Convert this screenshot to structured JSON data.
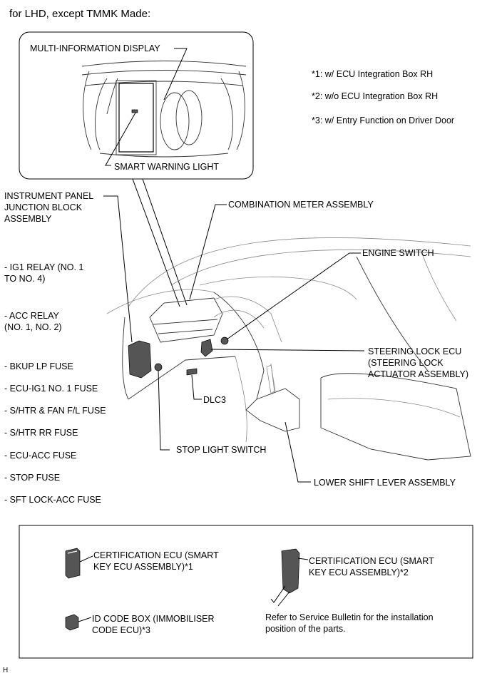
{
  "title": "for LHD, except TMMK Made:",
  "notes": [
    "*1: w/ ECU Integration Box RH",
    "*2: w/o ECU Integration Box RH",
    "*3: w/ Entry Function on Driver Door"
  ],
  "inset": {
    "mid_label": "MULTI-INFORMATION DISPLAY",
    "swl_label": "SMART WARNING LIGHT"
  },
  "labels": {
    "ipjb": "INSTRUMENT PANEL\nJUNCTION BLOCK\nASSEMBLY",
    "combination_meter": "COMBINATION METER ASSEMBLY",
    "engine_switch": "ENGINE SWITCH",
    "steering_lock": "STEERING LOCK ECU\n(STEERING LOCK\nACTUATOR ASSEMBLY)",
    "dlc3": "DLC3",
    "stop_light_switch": "STOP LIGHT SWITCH",
    "lower_shift_lever": "LOWER SHIFT LEVER ASSEMBLY"
  },
  "jb_items": [
    "- IG1 RELAY (NO. 1\nTO NO. 4)",
    "- ACC RELAY\n(NO. 1, NO. 2)",
    "- BKUP LP FUSE",
    "- ECU-IG1 NO. 1 FUSE",
    "- S/HTR & FAN F/L FUSE",
    "- S/HTR RR FUSE",
    "- ECU-ACC FUSE",
    "- STOP FUSE",
    "- SFT LOCK-ACC FUSE"
  ],
  "bottom_box": {
    "cert1": "CERTIFICATION ECU (SMART\nKEY ECU ASSEMBLY)*1",
    "cert2": "CERTIFICATION ECU (SMART\nKEY ECU ASSEMBLY)*2",
    "idcode": "ID CODE BOX (IMMOBILISER\nCODE ECU)*3",
    "refer": "Refer to Service Bulletin for the installation\nposition of the parts."
  },
  "footer_letter": "H"
}
